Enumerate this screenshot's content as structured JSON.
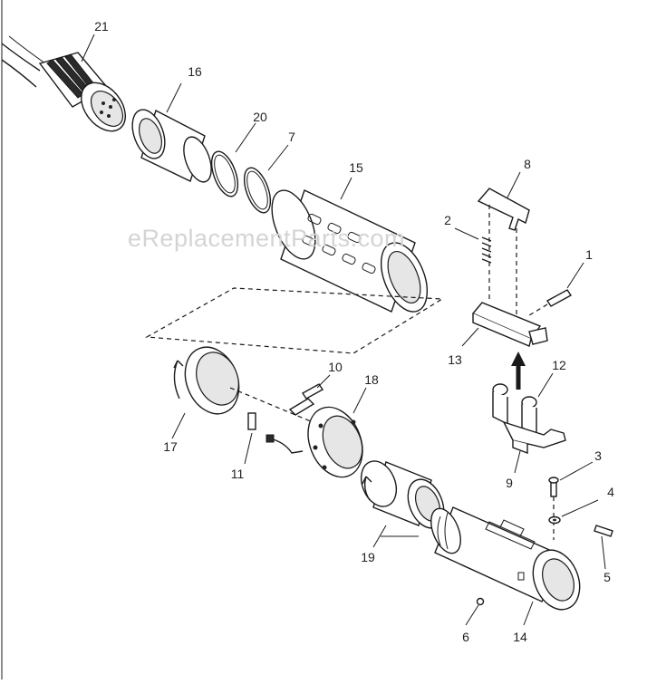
{
  "watermark": "eReplacementParts.com",
  "callouts": [
    "21",
    "16",
    "20",
    "7",
    "15",
    "8",
    "2",
    "1",
    "13",
    "12",
    "10",
    "18",
    "17",
    "11",
    "3",
    "4",
    "9",
    "19",
    "5",
    "6",
    "14"
  ],
  "colors": {
    "line": "#1a1a1a",
    "watermark": "#d4d4d4",
    "background": "#ffffff"
  }
}
